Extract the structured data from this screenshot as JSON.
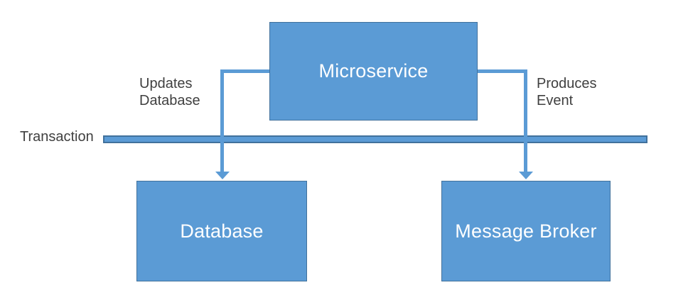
{
  "colors": {
    "background": "#ffffff",
    "node_fill": "#5b9bd5",
    "node_border": "#41719c",
    "node_text": "#ffffff",
    "connector": "#5b9bd5",
    "transaction_fill": "#5b9bd5",
    "transaction_border": "#41719c",
    "label_text": "#404040"
  },
  "nodes": {
    "microservice": {
      "label": "Microservice"
    },
    "database": {
      "label": "Database"
    },
    "message_broker": {
      "label": "Message Broker"
    }
  },
  "edges": {
    "updates_database": {
      "label": "Updates\nDatabase"
    },
    "produces_event": {
      "label": "Produces\nEvent"
    }
  },
  "transaction": {
    "label": "Transaction"
  }
}
